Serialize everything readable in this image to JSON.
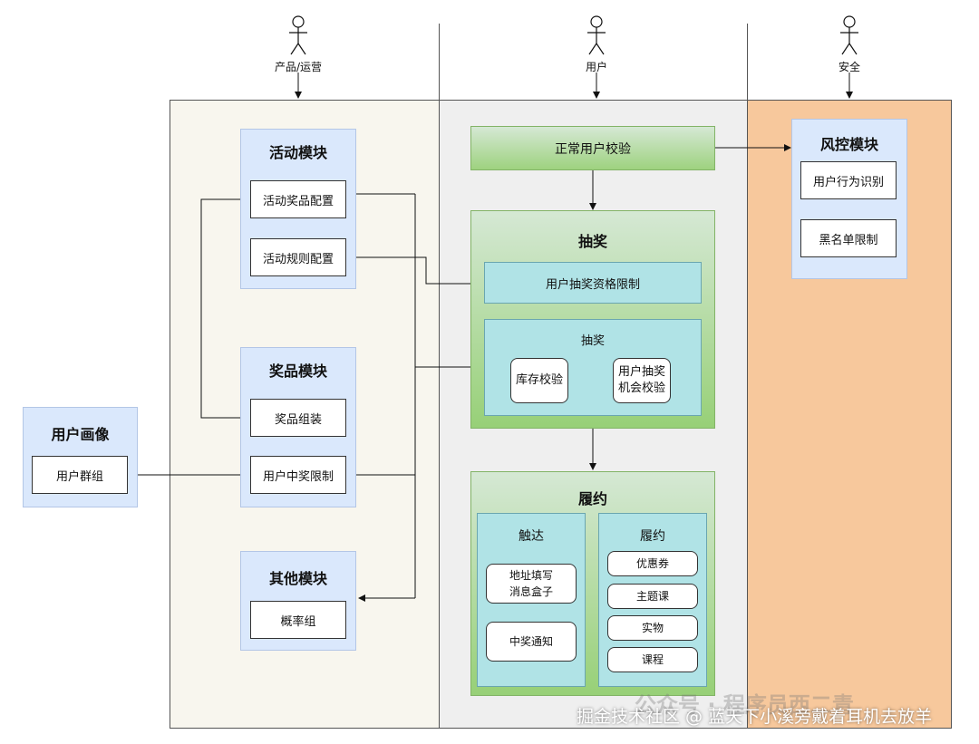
{
  "actors": {
    "product": "产品/运营",
    "user": "用户",
    "security": "安全"
  },
  "left_lane": {
    "activity_module": {
      "title": "活动模块",
      "items": [
        "活动奖品配置",
        "活动规则配置"
      ]
    },
    "prize_module": {
      "title": "奖品模块",
      "items": [
        "奖品组装",
        "用户中奖限制"
      ]
    },
    "other_module": {
      "title": "其他模块",
      "items": [
        "概率组"
      ]
    }
  },
  "user_profile": {
    "title": "用户画像",
    "items": [
      "用户群组"
    ]
  },
  "middle_lane": {
    "validation": "正常用户校验",
    "lottery": {
      "title": "抽奖",
      "eligibility": "用户抽奖资格限制",
      "inner_title": "抽奖",
      "stock_check": "库存校验",
      "chance_check_line1": "用户抽奖",
      "chance_check_line2": "机会校验"
    },
    "fulfillment": {
      "title": "履约",
      "reach": {
        "title": "触达",
        "address_line1": "地址填写",
        "address_line2": "消息盒子",
        "notify": "中奖通知"
      },
      "perform": {
        "title": "履约",
        "items": [
          "优惠券",
          "主题课",
          "实物",
          "课程"
        ]
      }
    }
  },
  "right_lane": {
    "risk_module": {
      "title": "风控模块",
      "items": [
        "用户行为识别",
        "黑名单限制"
      ]
    }
  },
  "watermarks": {
    "faint": "公众号 · 程序员西二青",
    "main": "掘金技术社区 @ 蓝天下小溪旁戴着耳机去放羊"
  },
  "colors": {
    "module_blue": "#dae8fc",
    "green_gradient": "#97d077",
    "teal": "#b0e3e6",
    "security_lane": "#f7c89c"
  }
}
